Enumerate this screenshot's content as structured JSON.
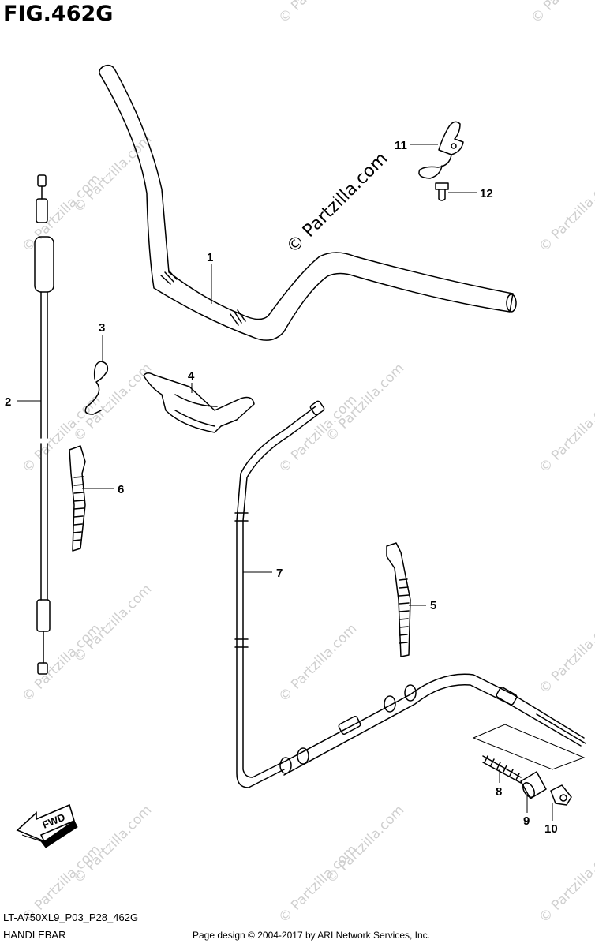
{
  "figure": {
    "title": "FIG.462G",
    "model_code": "LT-A750XL9_P03_P28_462G",
    "section_name": "HANDLEBAR",
    "credit": "Page design © 2004-2017 by ARI Network Services, Inc."
  },
  "watermark": {
    "main_text": "© Partzilla.com",
    "tile_text": "© Partzilla.com"
  },
  "fwd_label": "FWD",
  "callouts": [
    {
      "id": "c1",
      "label": "1"
    },
    {
      "id": "c2",
      "label": "2"
    },
    {
      "id": "c3",
      "label": "3"
    },
    {
      "id": "c4",
      "label": "4"
    },
    {
      "id": "c5",
      "label": "5"
    },
    {
      "id": "c6",
      "label": "6"
    },
    {
      "id": "c7",
      "label": "7"
    },
    {
      "id": "c8",
      "label": "8"
    },
    {
      "id": "c9",
      "label": "9"
    },
    {
      "id": "c10",
      "label": "10"
    },
    {
      "id": "c11",
      "label": "11"
    },
    {
      "id": "c12",
      "label": "12"
    }
  ],
  "colors": {
    "line": "#000000",
    "watermark": "#cfcfcf",
    "background": "#ffffff"
  }
}
